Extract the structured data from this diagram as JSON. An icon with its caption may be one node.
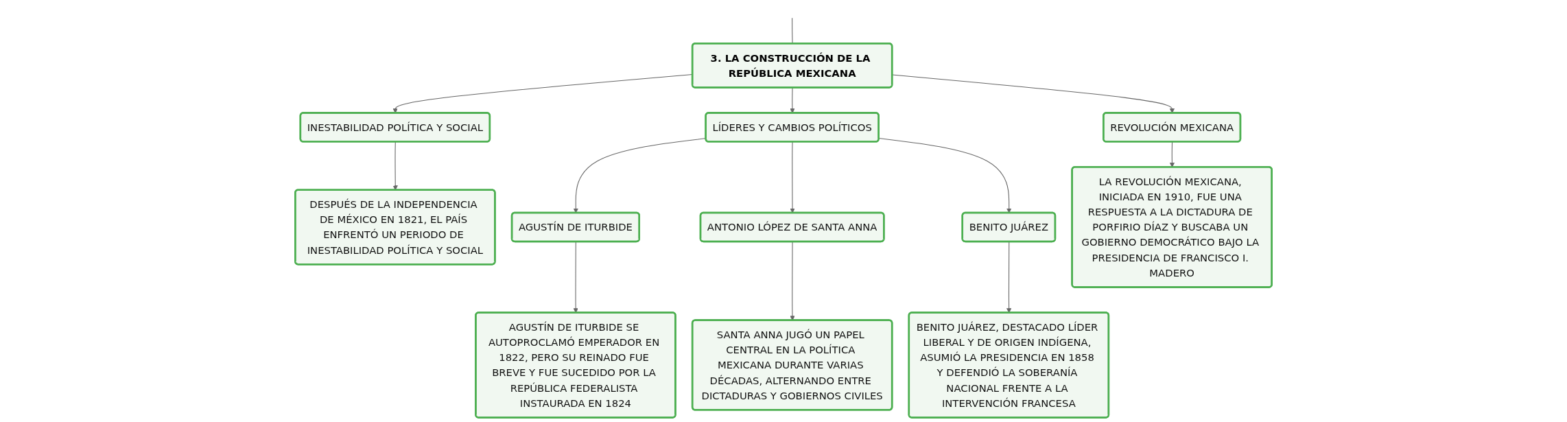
{
  "diagram": {
    "nodes": [
      {
        "text": [
          "3. LA CONSTRUCCIÓN DE LA REPÚBLICA MEXICANA"
        ]
      },
      {
        "text": [
          "INESTABILIDAD POLÍTICA Y SOCIAL"
        ]
      },
      {
        "text": [
          "DESPUÉS DE LA INDEPENDENCIA DE MÉXICO EN 1821, EL PAÍS ENFRENTÓ UN PERIODO DE INESTABILIDAD POLÍTICA Y SOCIAL"
        ]
      },
      {
        "text": [
          "LÍDERES Y CAMBIOS POLÍTICOS"
        ]
      },
      {
        "text": [
          "AGUSTÍN DE ITURBIDE"
        ]
      },
      {
        "text": [
          "AGUSTÍN DE ITURBIDE SE AUTOPROCLAMÓ EMPERADOR EN 1822, PERO SU REINADO FUE BREVE Y FUE SUCEDIDO POR LA REPÚBLICA FEDERALISTA INSTAURADA EN 1824"
        ]
      },
      {
        "text": [
          "ANTONIO LÓPEZ DE SANTA ANNA"
        ]
      },
      {
        "text": [
          "SANTA ANNA JUGÓ UN PAPEL CENTRAL EN LA POLÍTICA MEXICANA DURANTE VARIAS DÉCADAS, ALTERNANDO ENTRE DICTADURAS Y GOBIERNOS CIVILES"
        ]
      },
      {
        "text": [
          "BENITO JUÁREZ"
        ]
      },
      {
        "text": [
          "BENITO JUÁREZ, DESTACADO LÍDER LIBERAL Y DE ORIGEN INDÍGENA, ASUMIÓ LA PRESIDENCIA EN 1858 Y DEFENDIÓ LA SOBERANÍA NACIONAL FRENTE A LA INTERVENCIÓN FRANCESA"
        ]
      },
      {
        "text": [
          "REVOLUCIÓN MEXICANA"
        ]
      },
      {
        "text": [
          "LA REVOLUCIÓN MEXICANA, INICIADA EN 1910, FUE UNA RESPUESTA A LA DICTADURA DE PORFIRIO DÍAZ Y BUSCABA UN GOBIERNO DEMOCRÁTICO BAJO LA PRESIDENCIA DE FRANCISCO I. MADERO"
        ]
      }
    ],
    "edges": [
      {
        "from": null,
        "to": 0,
        "arrow": "none"
      },
      {
        "from": 0,
        "to": 1,
        "arrow": "to"
      },
      {
        "from": 0,
        "to": 3,
        "arrow": "to"
      },
      {
        "from": 0,
        "to": 10,
        "arrow": "to"
      },
      {
        "from": 1,
        "to": 2,
        "arrow": "to"
      },
      {
        "from": 3,
        "to": 4,
        "arrow": "to"
      },
      {
        "from": 3,
        "to": 6,
        "arrow": "to"
      },
      {
        "from": 3,
        "to": 8,
        "arrow": "to"
      },
      {
        "from": 4,
        "to": 5,
        "arrow": "to"
      },
      {
        "from": 6,
        "to": 7,
        "arrow": "to"
      },
      {
        "from": 8,
        "to": 9,
        "arrow": "to"
      },
      {
        "from": 10,
        "to": 11,
        "arrow": "to"
      }
    ]
  }
}
